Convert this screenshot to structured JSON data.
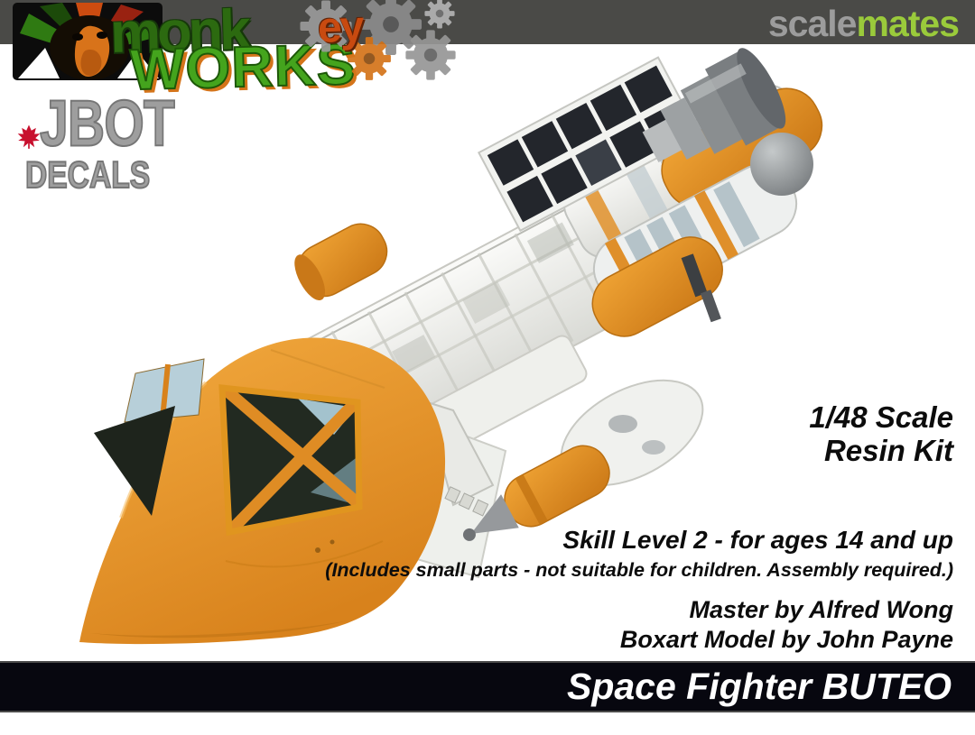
{
  "header": {
    "watermark": {
      "gray_part": "scale",
      "green_part": "mates"
    },
    "colors": {
      "bar": "#4a4a47",
      "gray": "#9c9c9c",
      "green": "#9aca3b"
    }
  },
  "logos": {
    "monkey_works": {
      "word1_green": "monk",
      "word1_orange": "ey",
      "word2": "WORKS"
    },
    "jbot": {
      "name": "JBOT",
      "subtitle": "DECALS"
    }
  },
  "info": {
    "scale_line1": "1/48 Scale",
    "scale_line2": "Resin Kit",
    "skill_line": "Skill Level 2 - for ages 14 and up",
    "warning_line": "(Includes small parts - not suitable for children. Assembly required.)",
    "credit_master": "Master by Alfred Wong",
    "credit_boxart": "Boxart Model by John Payne"
  },
  "title_bar": {
    "title": "Space Fighter BUTEO",
    "bg": "#07070f",
    "text_color": "#ffffff"
  },
  "photo": {
    "subject": "orange and white Space Fighter BUTEO resin model spacecraft, nose lower-left, twin engines upper-right",
    "colors": {
      "hull_orange": "#e5922c",
      "hull_white": "#f2f2ef",
      "solar_panel_dark": "#23262c",
      "engine_gray": "#8d9194",
      "window_dark": "#20271f",
      "window_teal": "#a6c4cf"
    }
  }
}
